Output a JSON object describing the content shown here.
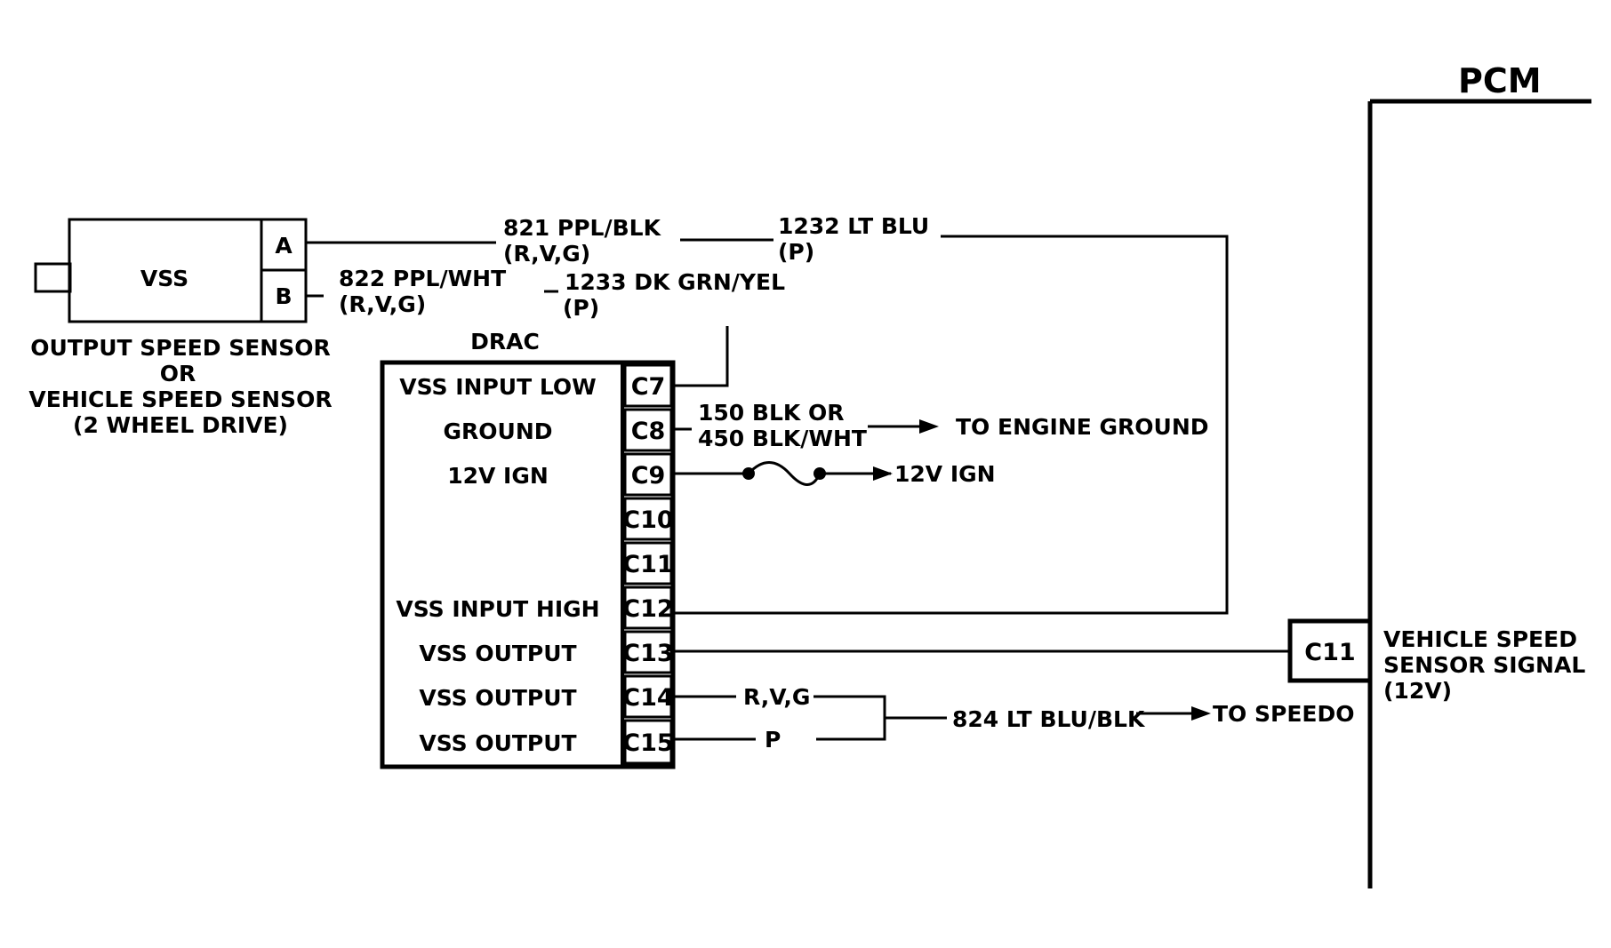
{
  "pcm": {
    "title": "PCM"
  },
  "vss": {
    "label": "VSS",
    "pin_a": "A",
    "pin_b": "B",
    "caption": [
      "OUTPUT SPEED SENSOR",
      "OR",
      "VEHICLE SPEED SENSOR",
      "(2 WHEEL DRIVE)"
    ]
  },
  "drac": {
    "title": "DRAC",
    "functions": {
      "c7": "VSS INPUT LOW",
      "c8": "GROUND",
      "c9": "12V IGN",
      "c12": "VSS INPUT HIGH",
      "c13": "VSS OUTPUT",
      "c14": "VSS OUTPUT",
      "c15": "VSS OUTPUT"
    },
    "pins": [
      "C7",
      "C8",
      "C9",
      "C10",
      "C11",
      "C12",
      "C13",
      "C14",
      "C15"
    ]
  },
  "wires": {
    "w821": [
      "821 PPL/BLK",
      "(R,V,G)"
    ],
    "w1232": [
      "1232 LT BLU",
      "(P)"
    ],
    "w822": [
      "822 PPL/WHT",
      "(R,V,G)"
    ],
    "w1233": [
      "1233 DK GRN/YEL",
      "(P)"
    ],
    "ground_wire": [
      "150 BLK OR",
      "450 BLK/WHT"
    ],
    "to_engine_ground": "TO ENGINE GROUND",
    "ign_dest": "12V IGN",
    "c14_variant": "R,V,G",
    "c15_variant": "P",
    "w824": "824 LT BLU/BLK",
    "to_speedo": "TO SPEEDO"
  },
  "pcm_terminal": {
    "pin": "C11",
    "signal": [
      "VEHICLE SPEED",
      "SENSOR SIGNAL",
      "(12V)"
    ]
  }
}
